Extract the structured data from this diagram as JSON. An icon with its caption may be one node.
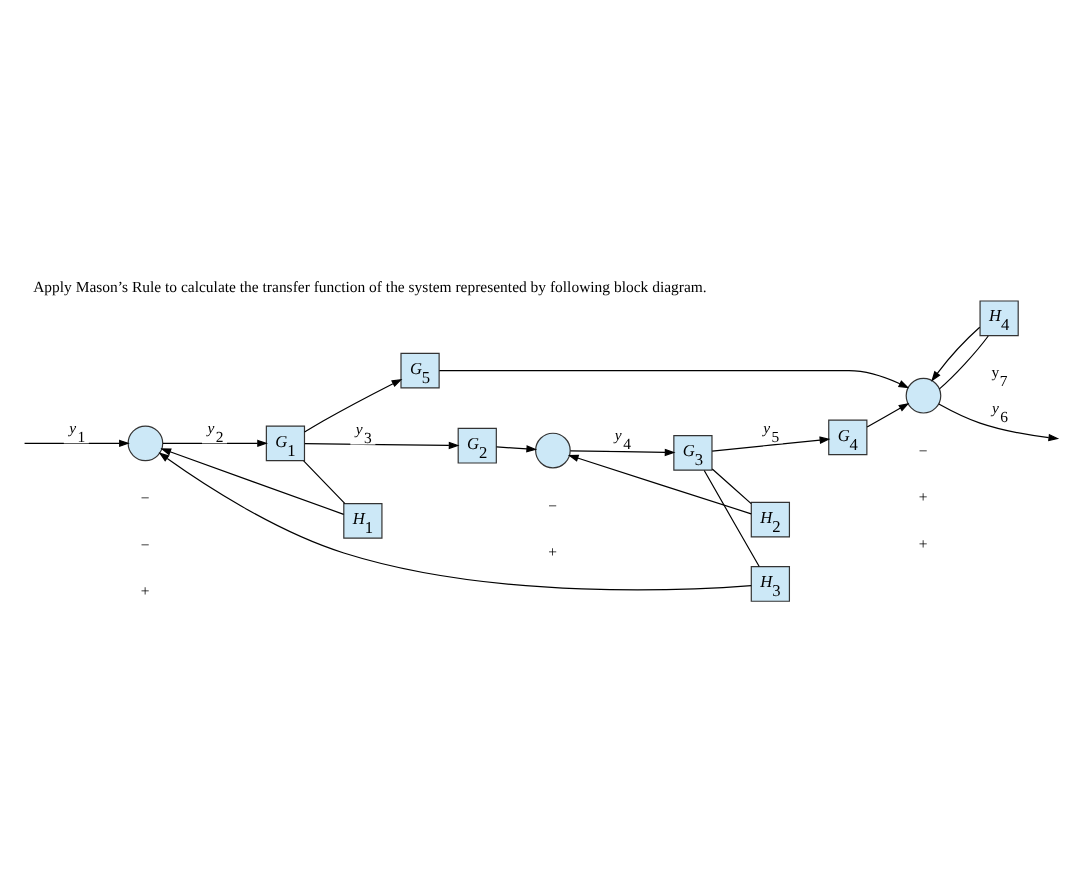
{
  "diagram": {
    "title": "Apply Mason’s Rule to calculate the transfer function of the system represented by following block diagram.",
    "nodes": [
      {
        "text": [
          "G$_{5}$"
        ]
      },
      {
        "text": [],
        "shape": "circle"
      },
      {
        "text": [
          "G$_{1}$"
        ]
      },
      {
        "text": [
          "G$_{2}$"
        ]
      },
      {
        "text": [],
        "shape": "circle"
      },
      {
        "text": [
          "G$_{3}$"
        ]
      },
      {
        "text": [
          "G$_{4}$"
        ]
      },
      {
        "text": [],
        "shape": "circle"
      },
      {
        "text": [
          "H$_{1}$"
        ]
      },
      {
        "text": [
          "H$_{2}$"
        ]
      },
      {
        "text": [
          "H$_{4}$"
        ]
      },
      {
        "text": [
          "H$_{3}$"
        ]
      }
    ],
    "edges": [
      {
        "from": null,
        "to": 1,
        "arrow": "to",
        "label": "y$_{1}$"
      },
      {
        "from": 1,
        "to": 2,
        "arrow": "to",
        "label": "y$_{2}$"
      },
      {
        "from": 2,
        "to": 3,
        "arrow": "to",
        "label": "y$_{3}$"
      },
      {
        "from": 2,
        "to": 0,
        "arrow": "to"
      },
      {
        "from": 2,
        "to": 8,
        "arrow": "none"
      },
      {
        "from": 8,
        "to": 1,
        "arrow": "to"
      },
      {
        "from": 3,
        "to": 4,
        "arrow": "to"
      },
      {
        "from": 4,
        "to": 5,
        "arrow": "to",
        "label": "y$_{4}$"
      },
      {
        "from": 5,
        "to": 6,
        "arrow": "to",
        "label": "y$_{5}$"
      },
      {
        "from": 5,
        "to": 9,
        "arrow": "none"
      },
      {
        "from": 9,
        "to": 4,
        "arrow": "to"
      },
      {
        "from": 5,
        "to": 11,
        "arrow": "none"
      },
      {
        "from": 11,
        "to": 1,
        "arrow": "to"
      },
      {
        "from": 6,
        "to": 7,
        "arrow": "to"
      },
      {
        "from": 0,
        "to": 7,
        "arrow": "to"
      },
      {
        "from": 7,
        "to": null,
        "arrow": "to",
        "label": "y$_{6}$"
      },
      {
        "from": 7,
        "to": 10,
        "arrow": "none"
      },
      {
        "from": 10,
        "to": 7,
        "arrow": "to"
      }
    ],
    "labels": [
      "y$_{7}$",
      "+",
      "−",
      "−",
      "+",
      "−",
      "+",
      "+",
      "−"
    ]
  }
}
